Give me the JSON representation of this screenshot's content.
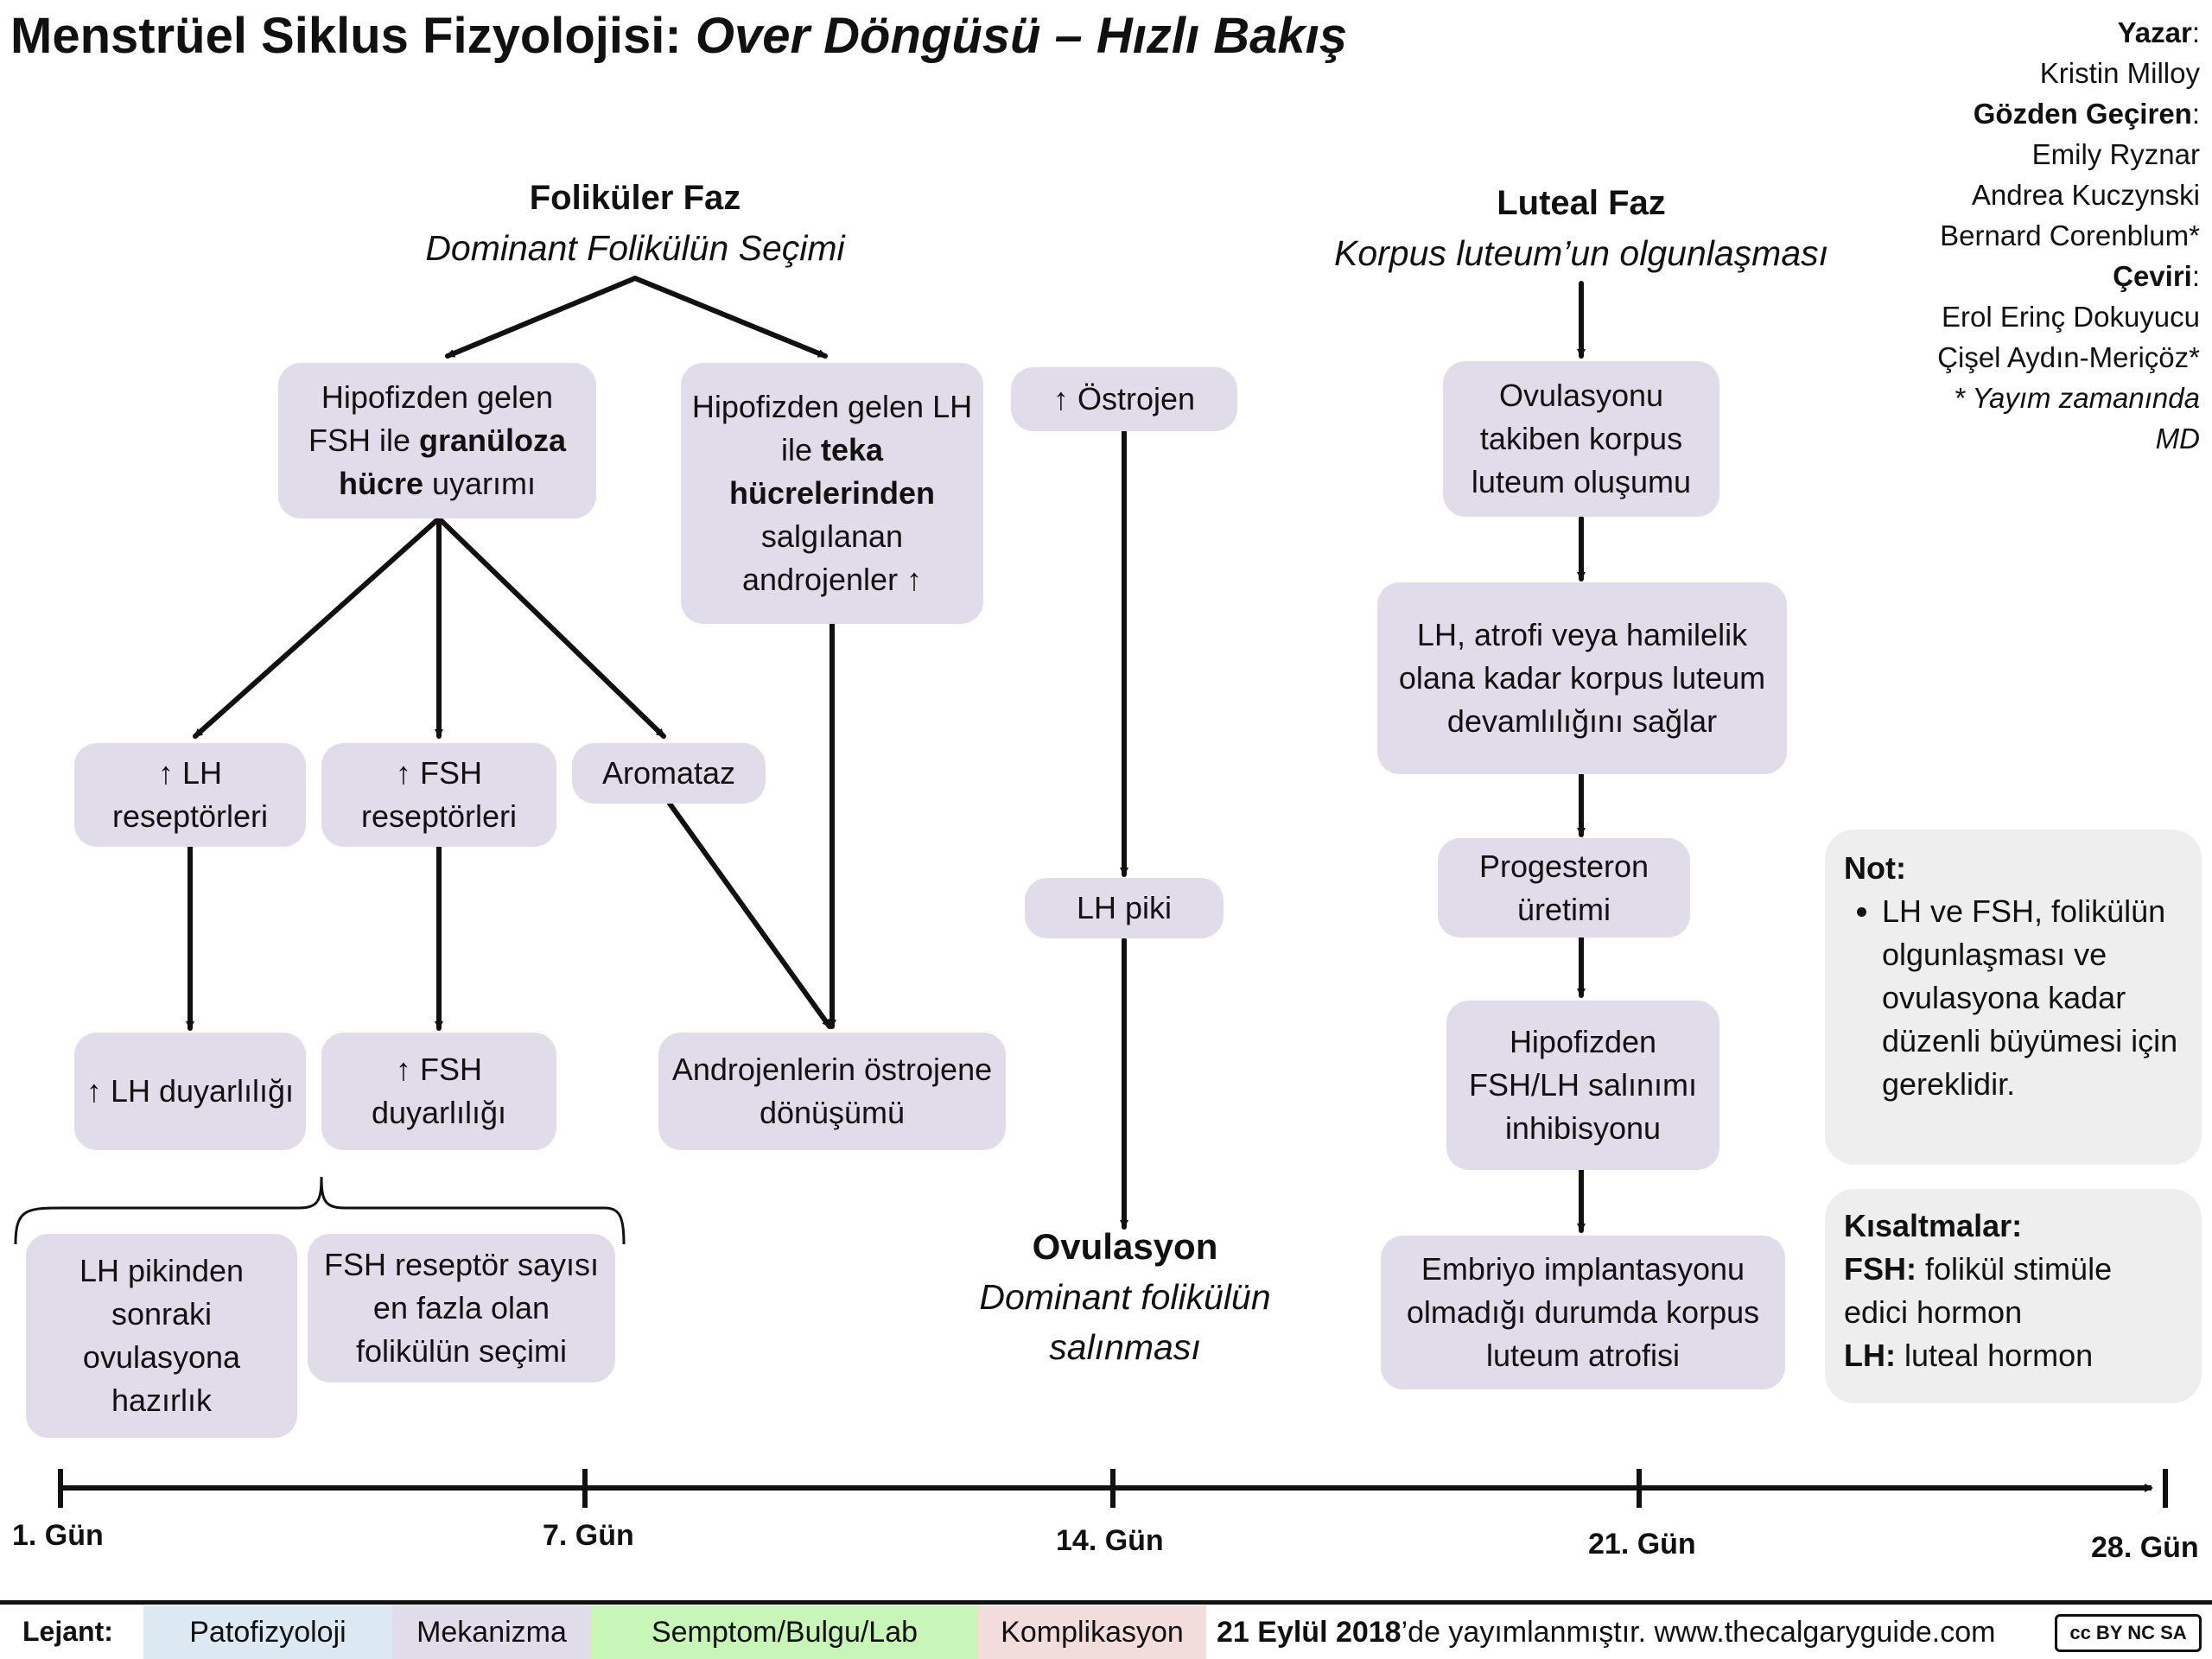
{
  "title": {
    "main": "Menstrüel Siklus Fizyolojisi:",
    "sub": "Over Döngüsü – Hızlı Bakış"
  },
  "credits": {
    "author_label": "Yazar",
    "author": "Kristin Milloy",
    "reviewer_label": "Gözden Geçiren",
    "reviewers": [
      "Emily Ryznar",
      "Andrea Kuczynski",
      "Bernard Corenblum*"
    ],
    "translation_label": "Çeviri",
    "translators": [
      "Erol Erinç Dokuyucu",
      "Çişel Aydın-Meriçöz*"
    ],
    "footnote_line1": "* Yayım zamanında",
    "footnote_line2": "MD"
  },
  "follicular": {
    "heading": "Foliküler Faz",
    "subheading": "Dominant Folikülün Seçimi",
    "fsh_box": {
      "pre": "Hipofizden gelen FSH ile ",
      "bold": "granüloza hücre",
      "post": " uyarımı"
    },
    "lh_box": {
      "pre": "Hipofizden gelen LH ile ",
      "bold": "teka hücrelerinden",
      "post": " salgılanan androjenler ↑"
    },
    "lh_receptors": "↑ LH reseptörleri",
    "fsh_receptors": "↑ FSH reseptörleri",
    "aromatase": "Aromataz",
    "lh_sensitivity": "↑ LH duyarlılığı",
    "fsh_sensitivity": "↑ FSH duyarlılığı",
    "androgen_conversion": "Androjenlerin östrojene dönüşümü",
    "lh_surge_prep": "LH pikinden sonraki ovulasyona hazırlık",
    "fsh_selection": "FSH reseptör sayısı en fazla olan folikülün seçimi"
  },
  "middle": {
    "estrogen": "↑ Östrojen",
    "lh_peak": "LH piki",
    "ovulation_heading": "Ovulasyon",
    "ovulation_sub": "Dominant folikülün salınması"
  },
  "luteal": {
    "heading": "Luteal Faz",
    "subheading": "Korpus luteum’un olgunlaşması",
    "step1": "Ovulasyonu takiben korpus luteum oluşumu",
    "step2": "LH, atrofi veya hamilelik olana kadar korpus luteum devamlılığını sağlar",
    "step3": "Progesteron üretimi",
    "step4": "Hipofizden FSH/LH salınımı inhibisyonu",
    "step5": "Embriyo implantasyonu olmadığı durumda korpus luteum atrofisi"
  },
  "note": {
    "heading": "Not:",
    "bullet": "LH ve FSH, folikülün olgunlaşması ve ovulasyona kadar düzenli büyümesi için gereklidir."
  },
  "abbreviations": {
    "heading": "Kısaltmalar:",
    "fsh_key": "FSH:",
    "fsh_text": "folikül stimüle edici hormon",
    "lh_key": "LH:",
    "lh_text": "luteal hormon"
  },
  "timeline": [
    "1. Gün",
    "7. Gün",
    "14. Gün",
    "21. Gün",
    "28. Gün"
  ],
  "legend": {
    "label": "Lejant:",
    "items": [
      {
        "label": "Patofizyoloji",
        "color": "#dce9f2"
      },
      {
        "label": "Mekanizma",
        "color": "#e0dcea"
      },
      {
        "label": "Semptom/Bulgu/Lab",
        "color": "#c8f5b8"
      },
      {
        "label": "Komplikasyon",
        "color": "#f2dcdc"
      }
    ]
  },
  "publication": {
    "date": "21 Eylül 2018",
    "text": "’de yayımlanmıştır. www.thecalgaryguide.com"
  },
  "license": "cc BY NC SA",
  "colors": {
    "box": "#e0dcea",
    "note": "#eeeeee",
    "ink": "#111111"
  }
}
